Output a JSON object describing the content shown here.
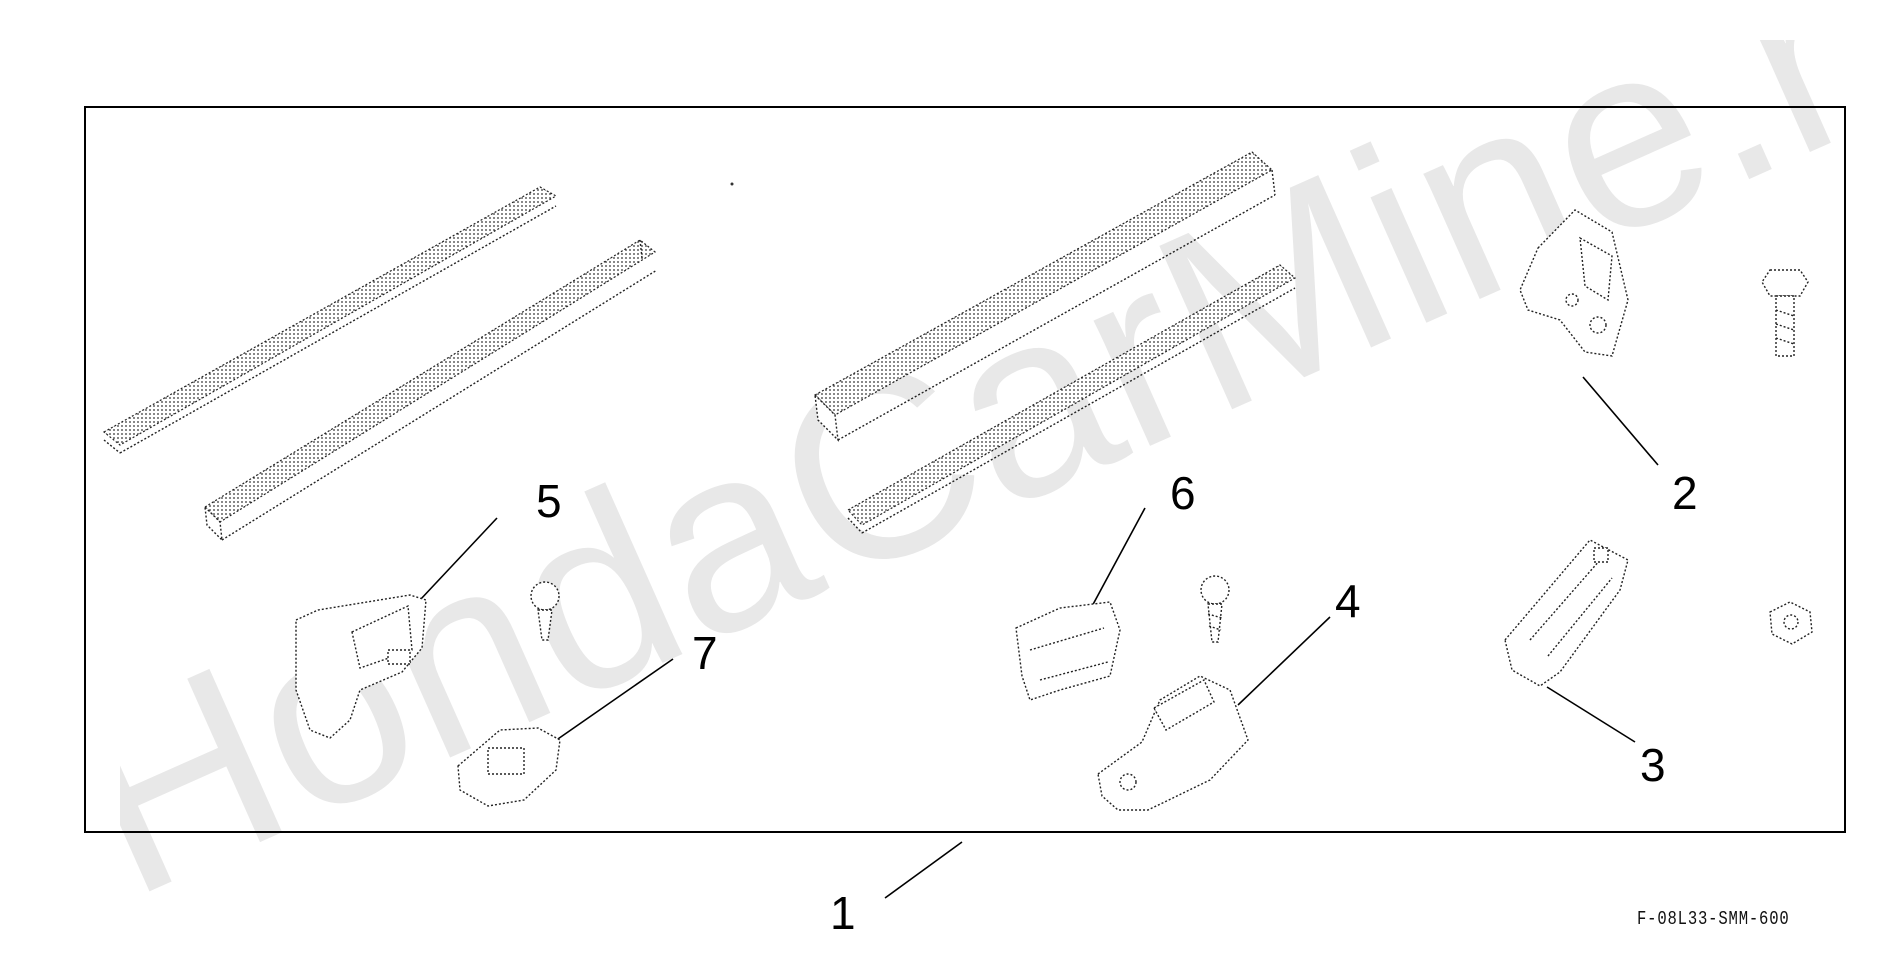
{
  "watermark": {
    "text": "HondaCarMine.ru",
    "color": "#e6e6e6"
  },
  "callouts": {
    "c1": "1",
    "c2": "2",
    "c3": "3",
    "c4": "4",
    "c5": "5",
    "c6": "6",
    "c7": "7"
  },
  "diagram_code": "F-08L33-SMM-600",
  "colors": {
    "line": "#000000",
    "background": "#ffffff"
  }
}
